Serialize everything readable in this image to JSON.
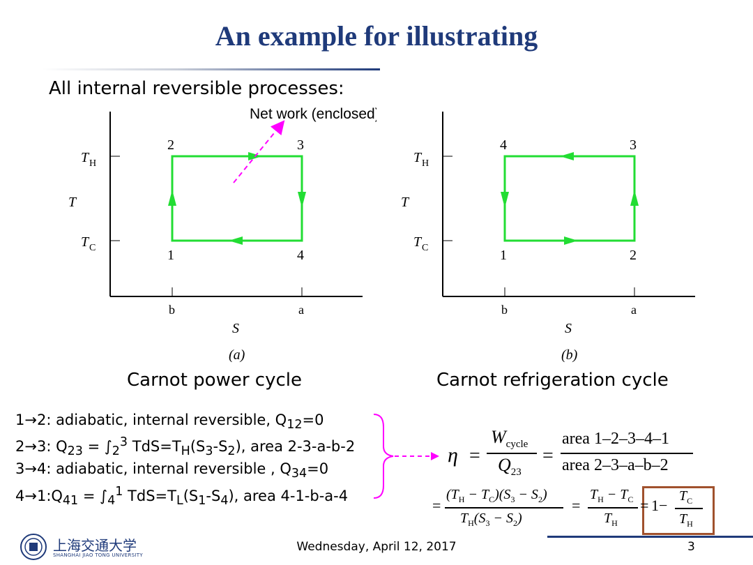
{
  "slide": {
    "title": "An example for illustrating",
    "subtitle": "All internal reversible processes:",
    "date": "Wednesday, April 12, 2017",
    "page_number": "3",
    "logo_text": "上海交通大学",
    "logo_subtext": "SHANGHAI JIAO TONG UNIVERSITY"
  },
  "colors": {
    "title": "#1f3a7a",
    "cycle": "#22dd33",
    "annotation": "#ff00ff",
    "box": "#a0512d"
  },
  "diagram_a": {
    "annotation": "Net work (enclosed)",
    "t_axis_label": "T",
    "s_axis_label": "S",
    "th_label": "T",
    "th_sub": "H",
    "tc_label": "T",
    "tc_sub": "C",
    "corner_top_left": "2",
    "corner_top_right": "3",
    "corner_bottom_left": "1",
    "corner_bottom_right": "4",
    "s_tick_left": "b",
    "s_tick_right": "a",
    "panel_letter": "(a)",
    "caption": "Carnot power cycle"
  },
  "diagram_b": {
    "t_axis_label": "T",
    "s_axis_label": "S",
    "th_label": "T",
    "th_sub": "H",
    "tc_label": "T",
    "tc_sub": "C",
    "corner_top_left": "4",
    "corner_top_right": "3",
    "corner_bottom_left": "1",
    "corner_bottom_right": "2",
    "s_tick_left": "b",
    "s_tick_right": "a",
    "panel_letter": "(b)",
    "caption": "Carnot refrigeration cycle"
  },
  "processes": [
    {
      "a": "1→2: adiabatic, internal reversible, Q",
      "sub1": "12",
      "b": "=0"
    },
    {
      "a": "2→3: Q",
      "sub1": "23",
      "b": " = ∫",
      "sub2": "2",
      "sup2": "3",
      "c": " TdS=T",
      "sub3": "H",
      "d": "(S",
      "sub4": "3",
      "e": "-S",
      "sub5": "2",
      "f": "), area 2-3-a-b-2"
    },
    {
      "a": "3→4: adiabatic, internal reversible , Q",
      "sub1": "34",
      "b": "=0"
    },
    {
      "a": "4→1:Q",
      "sub1": "41",
      "b": " = ∫",
      "sub2": "4",
      "sup2": "1",
      "c": " TdS=T",
      "sub3": "L",
      "d": "(S",
      "sub4": "1",
      "e": "-S",
      "sub5": "4",
      "f": "), area 4-1-b-a-4"
    }
  ],
  "equation": {
    "eta": "η",
    "equals": "=",
    "w": "W",
    "w_sub": "cycle",
    "q": "Q",
    "q_sub": "23",
    "area_num": "area 1–2–3–4–1",
    "area_den": "area 2–3–a–b–2",
    "line2_num": "(T",
    "line2_den": "T",
    "one_minus": "1−"
  }
}
